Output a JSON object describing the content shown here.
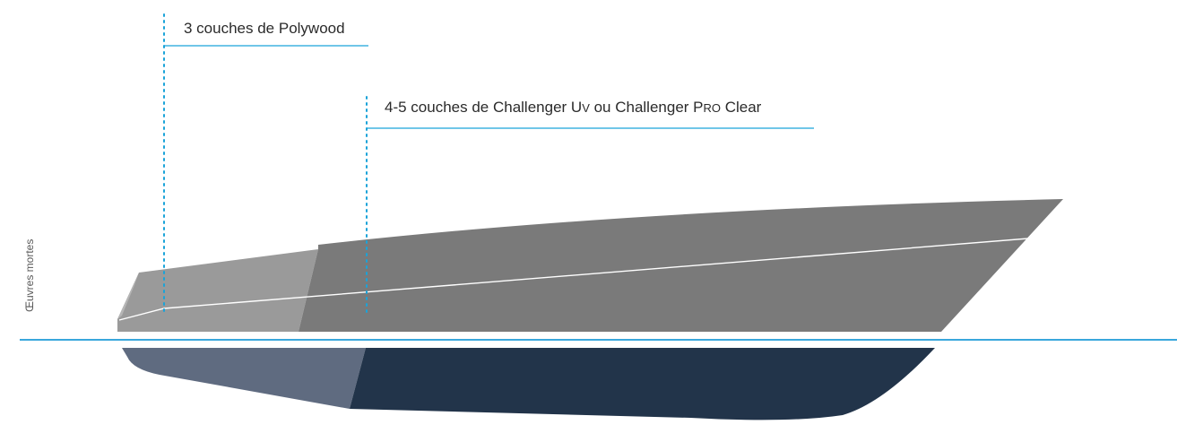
{
  "labels": {
    "polywood": "3 couches de Polywood",
    "challenger_prefix": "4-5 couches de Challenger U",
    "challenger_v": "V",
    "challenger_mid": " ou Challenger P",
    "challenger_ro": "RO",
    "challenger_suffix": " Clear",
    "side": "Œuvres mortes"
  },
  "colors": {
    "accent": "#1aa3d9",
    "waterline": "#3aa7dc",
    "upper_hull_light": "#9a9a9a",
    "upper_hull_dark": "#7a7a7a",
    "lower_hull_light": "#5f6b80",
    "lower_hull_dark": "#22344a",
    "sheer_line": "#ffffff",
    "text": "#2b2b2b"
  }
}
